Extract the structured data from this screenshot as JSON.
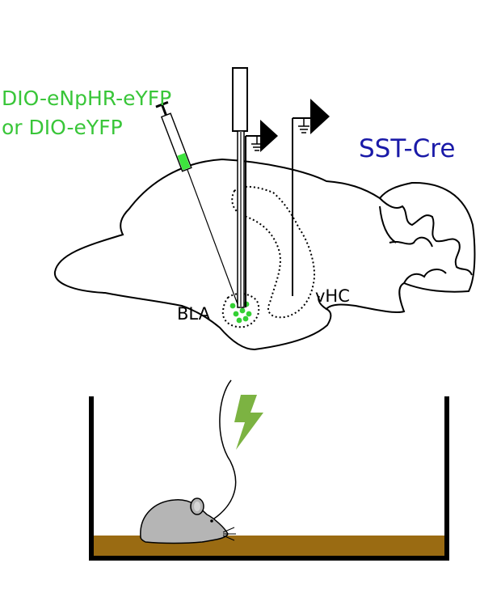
{
  "labels": {
    "virus_line1": "DIO-eNpHR-eYFP",
    "virus_line2": "or DIO-eYFP",
    "mouse_line": "SST-Cre",
    "bla": "BLA",
    "vhc": "vHC"
  },
  "colors": {
    "virus_text": "#39c639",
    "mouse_line_text": "#1a1aa8",
    "cells": "#34d034",
    "syringe_fluid": "#3ee43e",
    "light_bolt": "#7cb342",
    "bedding": "#9a6b12",
    "mouse_body": "#b5b5b5",
    "outline": "#000000"
  },
  "icons": {
    "light": "lightning-bolt-icon",
    "ground": "ground-symbol-icon"
  }
}
